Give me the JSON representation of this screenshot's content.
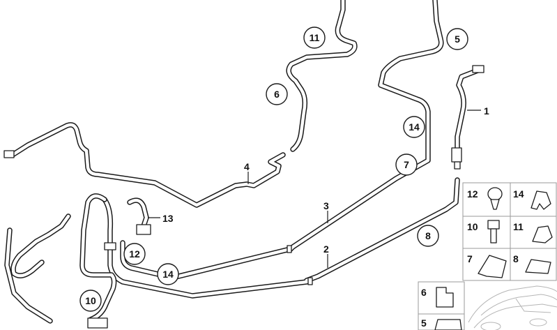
{
  "diagram": {
    "callouts": [
      {
        "id": "c11",
        "text": "11"
      },
      {
        "id": "c5",
        "text": "5"
      },
      {
        "id": "c6",
        "text": "6"
      },
      {
        "id": "c14a",
        "text": "14"
      },
      {
        "id": "c7",
        "text": "7"
      },
      {
        "id": "c8",
        "text": "8"
      },
      {
        "id": "c12",
        "text": "12"
      },
      {
        "id": "c14b",
        "text": "14"
      },
      {
        "id": "c10",
        "text": "10"
      }
    ],
    "labels": [
      {
        "id": "l1",
        "text": "1"
      },
      {
        "id": "l4",
        "text": "4"
      },
      {
        "id": "l3",
        "text": "3"
      },
      {
        "id": "l2",
        "text": "2"
      },
      {
        "id": "l13",
        "text": "13"
      }
    ],
    "parts_grid": [
      {
        "id": "g12",
        "text": "12",
        "part_icon": "clip-grommet-icon"
      },
      {
        "id": "g14",
        "text": "14",
        "part_icon": "double-clip-icon"
      },
      {
        "id": "g10",
        "text": "10",
        "part_icon": "bolt-icon"
      },
      {
        "id": "g11",
        "text": "11",
        "part_icon": "hose-clip-icon"
      },
      {
        "id": "g7",
        "text": "7",
        "part_icon": "pipe-holder-icon"
      },
      {
        "id": "g8",
        "text": "8",
        "part_icon": "bracket-clip-icon"
      },
      {
        "id": "g6",
        "text": "6",
        "part_icon": "u-clip-icon"
      },
      {
        "id": "g5",
        "text": "5",
        "part_icon": "spring-clip-icon"
      }
    ]
  }
}
